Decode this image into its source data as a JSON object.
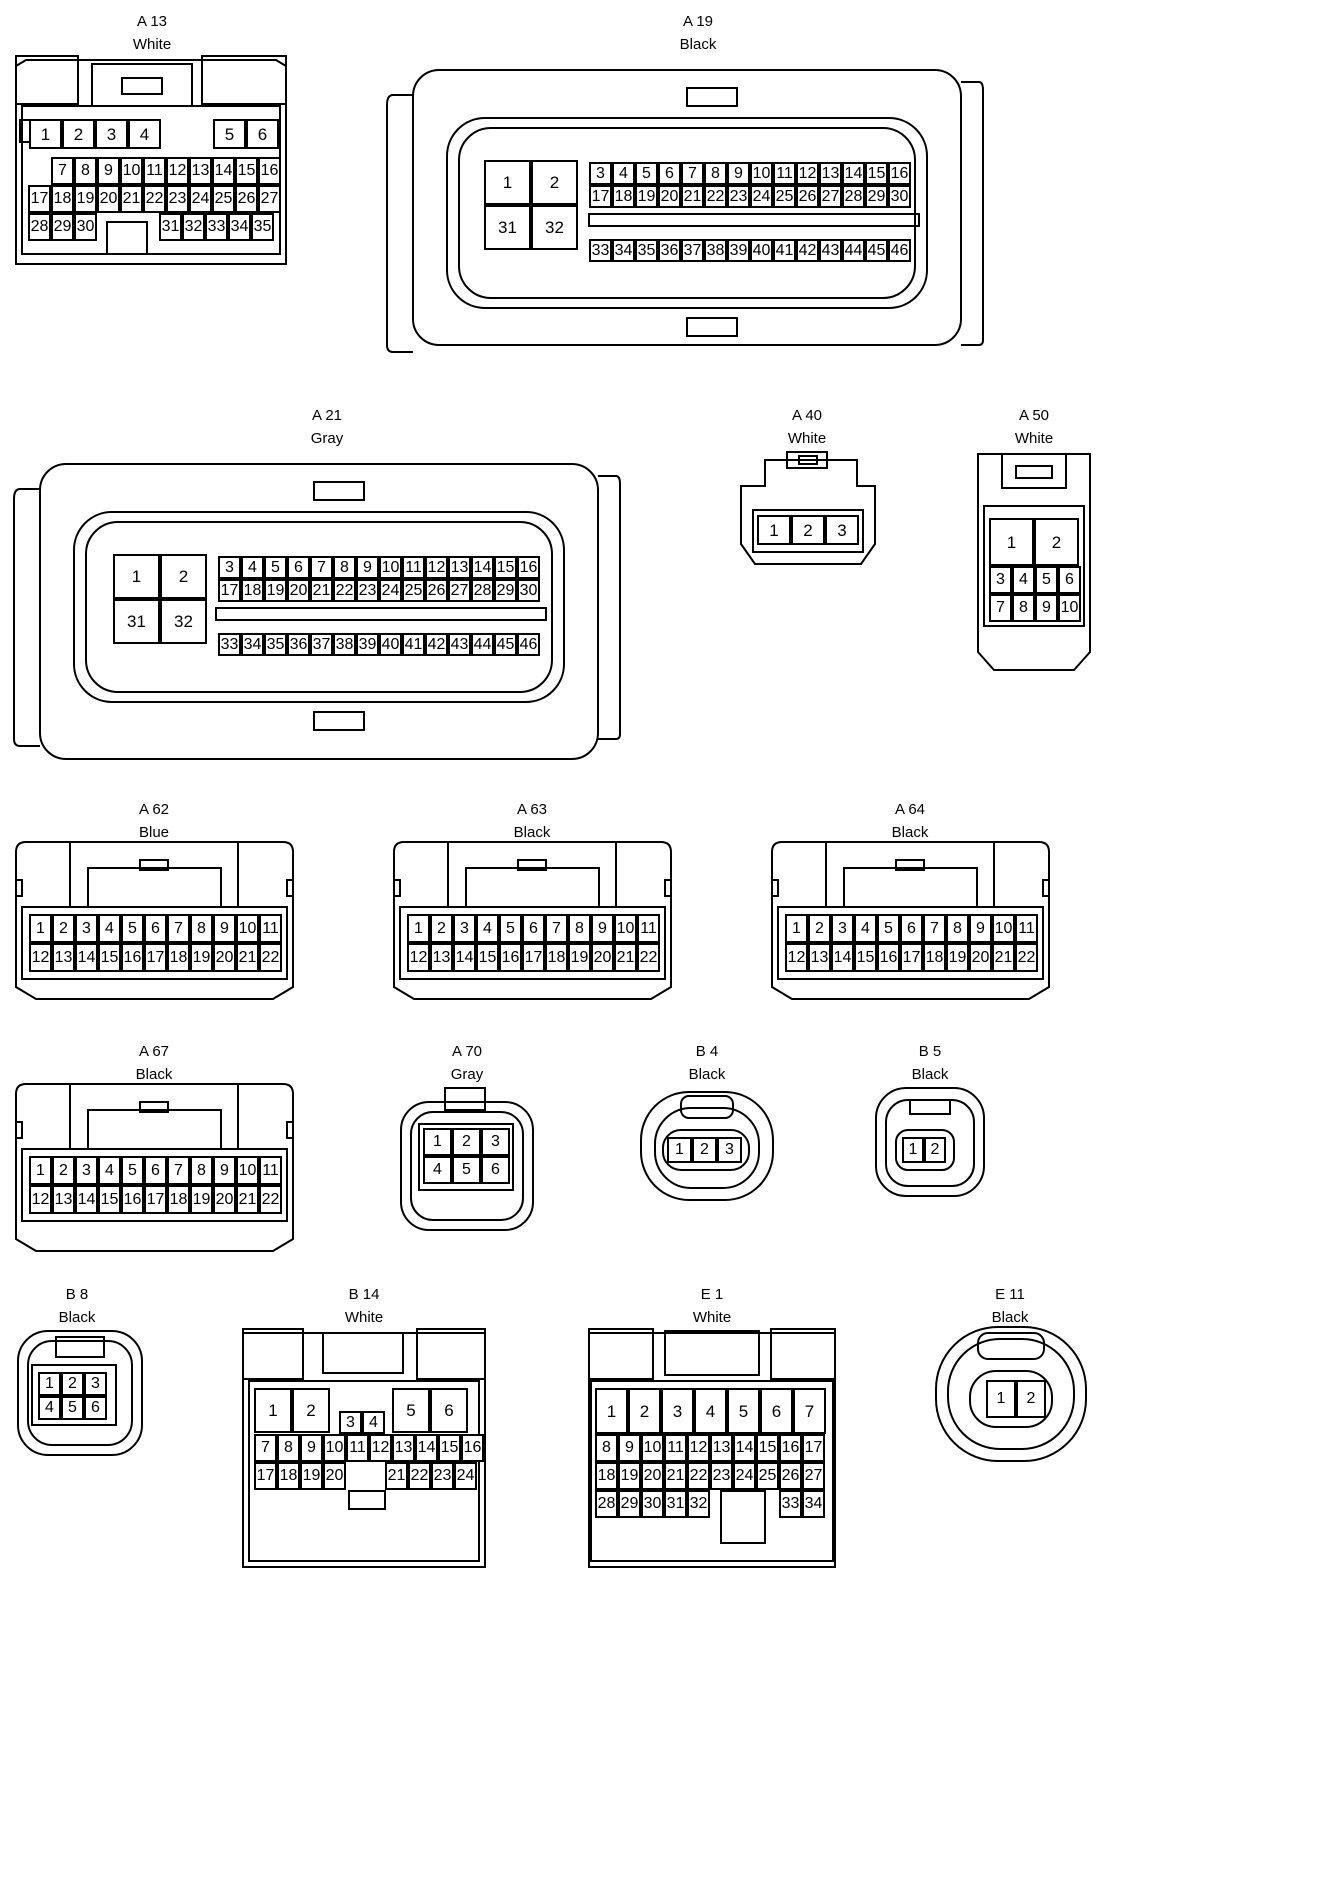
{
  "connectors": [
    {
      "id": "a13",
      "code": "A 13",
      "color": "White",
      "pins": [
        "1",
        "2",
        "3",
        "4",
        "5",
        "6",
        "7",
        "8",
        "9",
        "10",
        "11",
        "12",
        "13",
        "14",
        "15",
        "16",
        "17",
        "18",
        "19",
        "20",
        "21",
        "22",
        "23",
        "24",
        "25",
        "26",
        "27",
        "28",
        "29",
        "30",
        "31",
        "32",
        "33",
        "34",
        "35"
      ]
    },
    {
      "id": "a19",
      "code": "A 19",
      "color": "Black",
      "pins": [
        "1",
        "2",
        "3",
        "4",
        "5",
        "6",
        "7",
        "8",
        "9",
        "10",
        "11",
        "12",
        "13",
        "14",
        "15",
        "16",
        "17",
        "18",
        "19",
        "20",
        "21",
        "22",
        "23",
        "24",
        "25",
        "26",
        "27",
        "28",
        "29",
        "30",
        "31",
        "32",
        "33",
        "34",
        "35",
        "36",
        "37",
        "38",
        "39",
        "40",
        "41",
        "42",
        "43",
        "44",
        "45",
        "46"
      ]
    },
    {
      "id": "a21",
      "code": "A 21",
      "color": "Gray",
      "pins": [
        "1",
        "2",
        "3",
        "4",
        "5",
        "6",
        "7",
        "8",
        "9",
        "10",
        "11",
        "12",
        "13",
        "14",
        "15",
        "16",
        "17",
        "18",
        "19",
        "20",
        "21",
        "22",
        "23",
        "24",
        "25",
        "26",
        "27",
        "28",
        "29",
        "30",
        "31",
        "32",
        "33",
        "34",
        "35",
        "36",
        "37",
        "38",
        "39",
        "40",
        "41",
        "42",
        "43",
        "44",
        "45",
        "46"
      ]
    },
    {
      "id": "a40",
      "code": "A 40",
      "color": "White",
      "pins": [
        "1",
        "2",
        "3"
      ]
    },
    {
      "id": "a50",
      "code": "A 50",
      "color": "White",
      "pins": [
        "1",
        "2",
        "3",
        "4",
        "5",
        "6",
        "7",
        "8",
        "9",
        "10"
      ]
    },
    {
      "id": "a62",
      "code": "A 62",
      "color": "Blue",
      "pins": [
        "1",
        "2",
        "3",
        "4",
        "5",
        "6",
        "7",
        "8",
        "9",
        "10",
        "11",
        "12",
        "13",
        "14",
        "15",
        "16",
        "17",
        "18",
        "19",
        "20",
        "21",
        "22"
      ]
    },
    {
      "id": "a63",
      "code": "A 63",
      "color": "Black",
      "pins": [
        "1",
        "2",
        "3",
        "4",
        "5",
        "6",
        "7",
        "8",
        "9",
        "10",
        "11",
        "12",
        "13",
        "14",
        "15",
        "16",
        "17",
        "18",
        "19",
        "20",
        "21",
        "22"
      ]
    },
    {
      "id": "a64",
      "code": "A 64",
      "color": "Black",
      "pins": [
        "1",
        "2",
        "3",
        "4",
        "5",
        "6",
        "7",
        "8",
        "9",
        "10",
        "11",
        "12",
        "13",
        "14",
        "15",
        "16",
        "17",
        "18",
        "19",
        "20",
        "21",
        "22"
      ]
    },
    {
      "id": "a67",
      "code": "A 67",
      "color": "Black",
      "pins": [
        "1",
        "2",
        "3",
        "4",
        "5",
        "6",
        "7",
        "8",
        "9",
        "10",
        "11",
        "12",
        "13",
        "14",
        "15",
        "16",
        "17",
        "18",
        "19",
        "20",
        "21",
        "22"
      ]
    },
    {
      "id": "a70",
      "code": "A 70",
      "color": "Gray",
      "pins": [
        "1",
        "2",
        "3",
        "4",
        "5",
        "6"
      ]
    },
    {
      "id": "b4",
      "code": "B 4",
      "color": "Black",
      "pins": [
        "1",
        "2",
        "3"
      ]
    },
    {
      "id": "b5",
      "code": "B 5",
      "color": "Black",
      "pins": [
        "1",
        "2"
      ]
    },
    {
      "id": "b8",
      "code": "B 8",
      "color": "Black",
      "pins": [
        "1",
        "2",
        "3",
        "4",
        "5",
        "6"
      ]
    },
    {
      "id": "b14",
      "code": "B 14",
      "color": "White",
      "pins": [
        "1",
        "2",
        "3",
        "4",
        "5",
        "6",
        "7",
        "8",
        "9",
        "10",
        "11",
        "12",
        "13",
        "14",
        "15",
        "16",
        "17",
        "18",
        "19",
        "20",
        "21",
        "22",
        "23",
        "24"
      ]
    },
    {
      "id": "e1",
      "code": "E 1",
      "color": "White",
      "pins": [
        "1",
        "2",
        "3",
        "4",
        "5",
        "6",
        "7",
        "8",
        "9",
        "10",
        "11",
        "12",
        "13",
        "14",
        "15",
        "16",
        "17",
        "18",
        "19",
        "20",
        "21",
        "22",
        "23",
        "24",
        "25",
        "26",
        "27",
        "28",
        "29",
        "30",
        "31",
        "32",
        "33",
        "34"
      ]
    },
    {
      "id": "e11",
      "code": "E 11",
      "color": "Black",
      "pins": [
        "1",
        "2"
      ]
    }
  ]
}
